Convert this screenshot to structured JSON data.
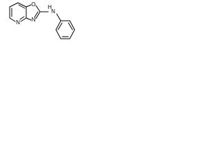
{
  "molecule": {
    "atoms": {
      "oxygen": "O",
      "nitrogen_oxazole": "N",
      "nitrogen_pyridine": "N",
      "nitrogen_amine": "N",
      "hydrogen_amine": "H"
    }
  }
}
